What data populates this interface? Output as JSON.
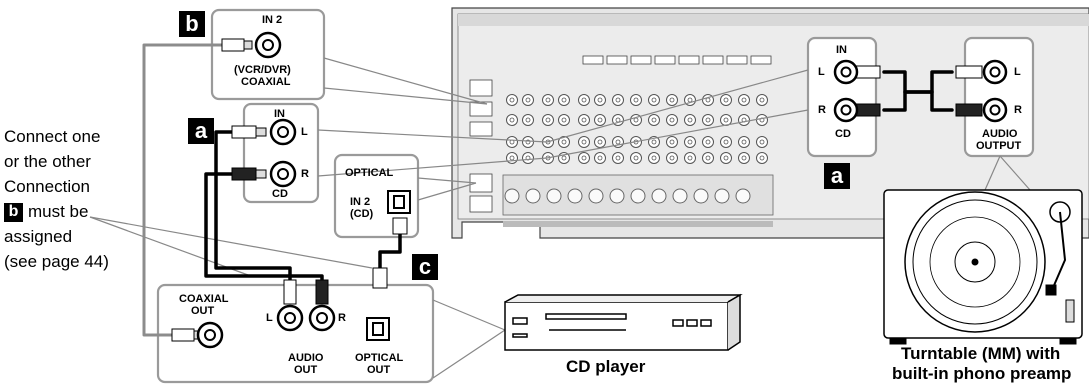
{
  "note": {
    "line1": "Connect one",
    "line2": "or the other",
    "line3": "Connection",
    "line4_tag": "b",
    "line4_text": "must be",
    "line5": "assigned",
    "line6": "(see page 44)"
  },
  "tags": {
    "a": "a",
    "b": "b",
    "c": "c"
  },
  "coaxial_in_panel": {
    "title": "IN 2",
    "sub1": "(VCR/DVR)",
    "sub2": "COAXIAL"
  },
  "cd_in_panel": {
    "title": "IN",
    "left": "L",
    "right": "R",
    "bottom": "CD"
  },
  "optical_panel": {
    "title": "OPTICAL",
    "sub1": "IN 2",
    "sub2": "(CD)"
  },
  "cd_player_out_panel": {
    "coaxial1": "COAXIAL",
    "coaxial2": "OUT",
    "left": "L",
    "right": "R",
    "audio1": "AUDIO",
    "audio2": "OUT",
    "optical1": "OPTICAL",
    "optical2": "OUT"
  },
  "turntable_in_panel": {
    "title": "IN",
    "left": "L",
    "right": "R",
    "bottom": "CD"
  },
  "turntable_out_panel": {
    "left": "L",
    "right": "R",
    "audio1": "AUDIO",
    "audio2": "OUTPUT"
  },
  "captions": {
    "cd_player": "CD player",
    "turntable1": "Turntable (MM) with",
    "turntable2": "built-in phono preamp"
  }
}
